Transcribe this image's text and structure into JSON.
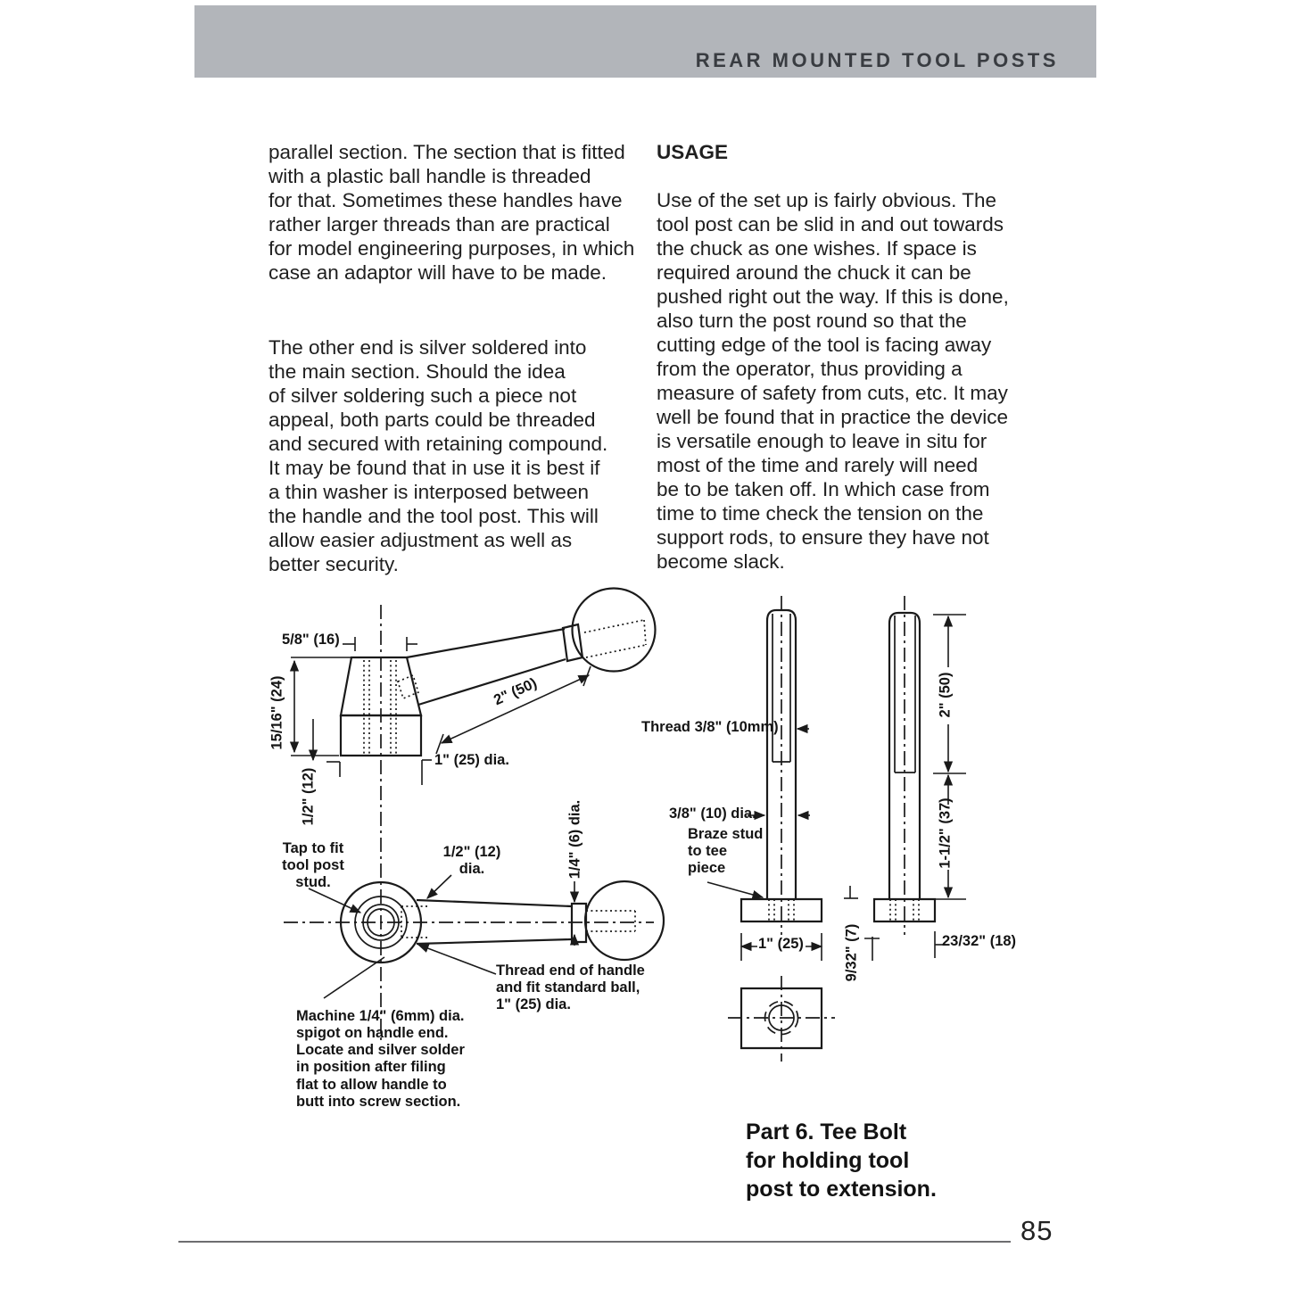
{
  "header": {
    "title": "REAR MOUNTED TOOL POSTS"
  },
  "article": {
    "left_para1": "parallel section. The section that is fitted\nwith a plastic ball handle is threaded\nfor that. Sometimes these handles have\nrather larger threads than are practical\nfor model engineering purposes, in which\ncase an adaptor will have to be made.",
    "left_para2": "The other end is silver soldered into\nthe main section. Should the idea\nof silver soldering such a piece not\nappeal, both parts could be threaded\nand secured with retaining compound.\nIt may be found that in use it is best if\na thin washer is interposed between\nthe handle and the tool post. This will\nallow easier adjustment as well as\nbetter security.",
    "usage_heading": "USAGE",
    "usage_para": "Use of the set up is fairly obvious. The\ntool post can be slid in and out towards\nthe chuck as one wishes. If space is\nrequired around the chuck it can be\npushed right out the way. If this is done,\nalso turn the post round so that the\ncutting edge of the tool is facing away\nfrom the operator, thus providing a\nmeasure of safety from cuts, etc. It may\nwell be found that in practice the device\nis versatile enough to leave in situ for\nmost of the time and rarely will need\nbe to be taken off. In which case from\ntime to time check the tension on the\nsupport rods, to ensure they have not\nbecome slack."
  },
  "figure": {
    "labels": {
      "dim_5_8": "5/8\" (16)",
      "dim_15_16": "15/16\" (24)",
      "dim_half_left": "1/2\" (12)",
      "dim_2in_handle": "2\" (50)",
      "dim_1in_dia": "1\" (25) dia.",
      "note_tap": "Tap to fit\ntool post stud.",
      "dim_half_dia": "1/2\" (12)\ndia.",
      "dim_quarter_dia": "1/4\" (6) dia.",
      "note_thread_end": "Thread end of handle\nand fit standard ball,\n1\" (25) dia.",
      "note_machine": "Machine 1/4\" (6mm) dia.\nspigot on handle end.\nLocate  and silver solder\nin position after filing\nflat to allow handle to\nbutt into screw section.",
      "label_thread": "Thread 3/8\" (10mm)",
      "dim_3_8_dia": "3/8\" (10) dia.",
      "note_braze": "Braze stud\nto tee\npiece",
      "dim_2in_right": "2\" (50)",
      "dim_1_5in": "1-1/2\" (37)",
      "dim_1in": "1\" (25)",
      "dim_9_32": "9/32\" (7)",
      "dim_23_32": "23/32\" (18)"
    },
    "caption": "Part 6. Tee Bolt\nfor holding tool\npost to extension."
  },
  "footer": {
    "page_number": "85"
  }
}
